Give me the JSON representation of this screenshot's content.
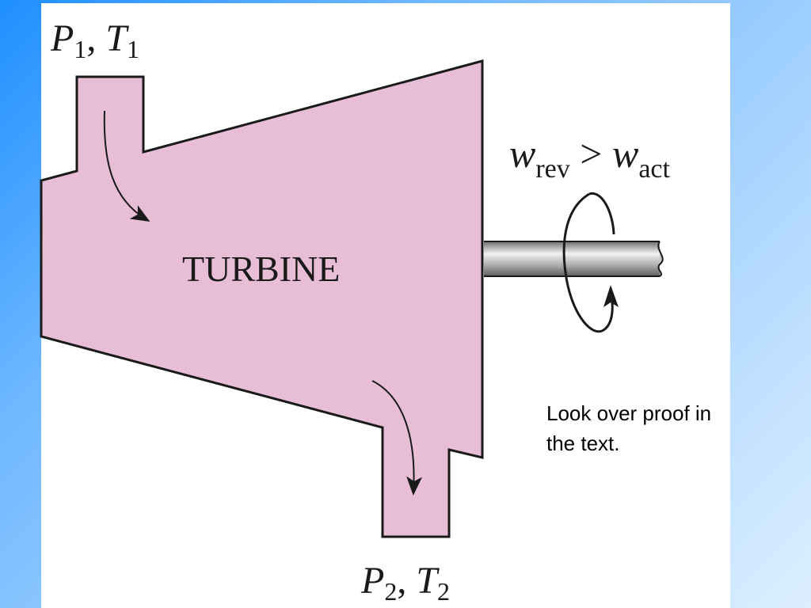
{
  "diagram": {
    "inlet_label": {
      "p_symbol": "P",
      "p_subscript": "1",
      "separator": ", ",
      "t_symbol": "T",
      "t_subscript": "1"
    },
    "outlet_label": {
      "p_symbol": "P",
      "p_subscript": "2",
      "separator": ", ",
      "t_symbol": "T",
      "t_subscript": "2"
    },
    "component_label": "TURBINE",
    "work_relation": {
      "left_symbol": "w",
      "left_subscript": "rev",
      "operator": " > ",
      "right_symbol": "w",
      "right_subscript": "act"
    }
  },
  "caption": {
    "line1": "Look over proof in",
    "line2": "the text."
  },
  "colors": {
    "background_gradient_start": "#1e8fff",
    "background_gradient_end": "#dcefff",
    "panel": "#ffffff",
    "turbine_fill": "#e8bdd6",
    "outline": "#1a1a1a",
    "shaft": "#9a9a9a"
  }
}
